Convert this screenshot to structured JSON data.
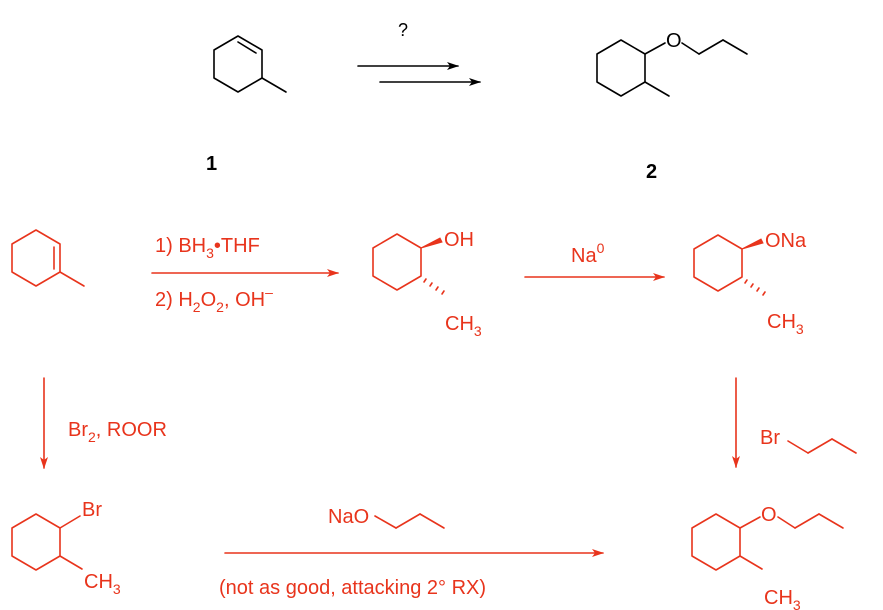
{
  "colors": {
    "target": "#000000",
    "answer": "#e8341c"
  },
  "question": {
    "unknown_reagent": "?",
    "start_label": "1",
    "product_label": "2"
  },
  "hydroboration": {
    "step1": [
      "1) BH",
      "3",
      "•THF"
    ],
    "step2": [
      "2) H",
      "2",
      "O",
      "2",
      ", OH",
      "–"
    ],
    "alcohol_oh": "OH",
    "alcohol_ch3": [
      "CH",
      "3"
    ]
  },
  "deprotonation": {
    "reagent": [
      "Na",
      "0"
    ],
    "alkoxide_ona": "ONa",
    "alkoxide_ch3": [
      "CH",
      "3"
    ]
  },
  "williamson_preferred": {
    "reagent_br": "Br",
    "ether_o": "O",
    "ether_ch3": [
      "CH",
      "3"
    ]
  },
  "bromination": {
    "reagent": [
      "Br",
      "2",
      ", ROOR"
    ],
    "bromide_br": "Br",
    "bromide_ch3": [
      "CH",
      "3"
    ]
  },
  "williamson_alternative": {
    "reagent_nao": "NaO",
    "note": "(not as good, attacking 2° RX)"
  }
}
